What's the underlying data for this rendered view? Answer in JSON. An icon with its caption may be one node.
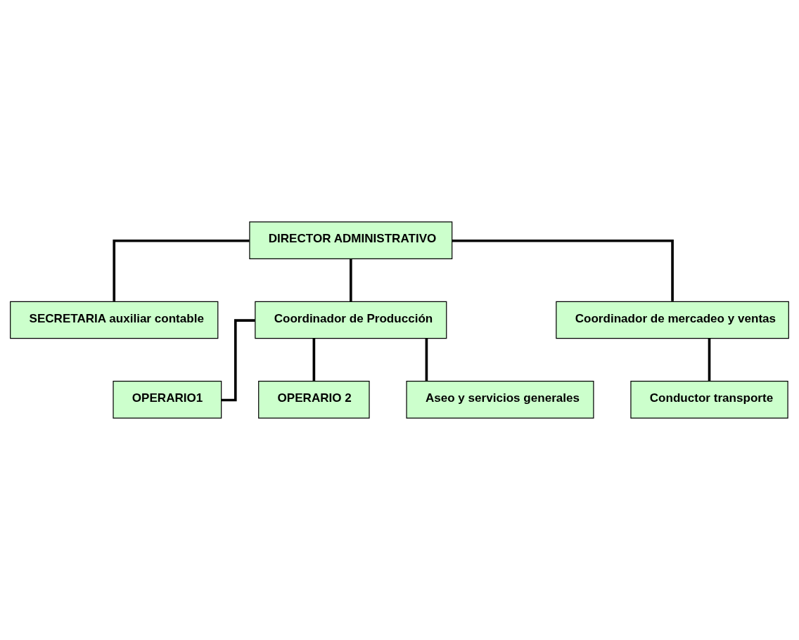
{
  "diagram": {
    "nodes": [
      {
        "text": [
          "DIRECTOR ADMINISTRATIVO"
        ]
      },
      {
        "text": [
          "SECRETARIA auxiliar contable"
        ]
      },
      {
        "text": [
          "Coordinador de Producción"
        ]
      },
      {
        "text": [
          "Coordinador de mercadeo y ventas"
        ]
      },
      {
        "text": [
          "OPERARIO1"
        ]
      },
      {
        "text": [
          "OPERARIO 2"
        ]
      },
      {
        "text": [
          "Aseo y servicios generales"
        ]
      },
      {
        "text": [
          "Conductor transporte"
        ]
      }
    ],
    "edges": [
      {
        "from": 0,
        "to": 1,
        "arrow": "none"
      },
      {
        "from": 0,
        "to": 2,
        "arrow": "none"
      },
      {
        "from": 0,
        "to": 3,
        "arrow": "none"
      },
      {
        "from": 2,
        "to": 4,
        "arrow": "none"
      },
      {
        "from": 2,
        "to": 5,
        "arrow": "none"
      },
      {
        "from": 2,
        "to": 6,
        "arrow": "none"
      },
      {
        "from": 3,
        "to": 7,
        "arrow": "none"
      }
    ]
  }
}
